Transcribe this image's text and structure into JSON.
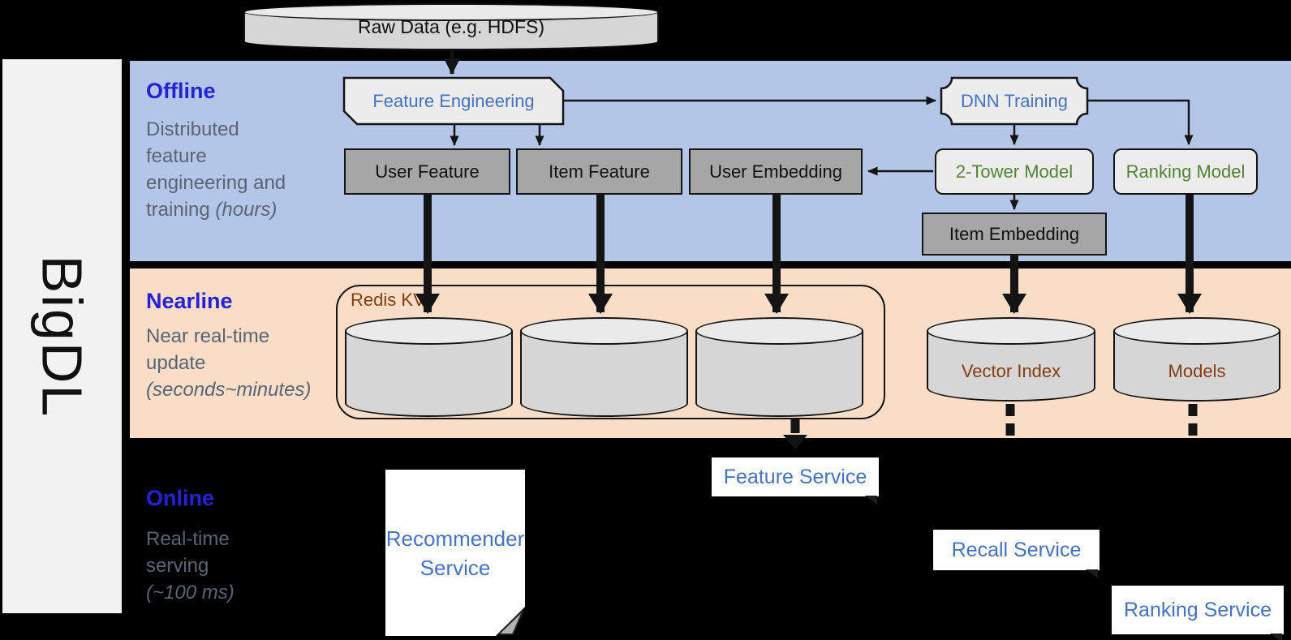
{
  "brand": {
    "label": "BigDL"
  },
  "raw_data": {
    "label": "Raw Data (e.g. HDFS)"
  },
  "sections": {
    "offline": {
      "label": "Offline",
      "desc_lines": [
        "Distributed",
        "feature",
        "engineering and"
      ],
      "desc_tail": "training",
      "desc_italic": "(hours)"
    },
    "nearline": {
      "label": "Nearline",
      "desc_lines": [
        "Near real-time",
        "update"
      ],
      "desc_italic": "(seconds~minutes)"
    },
    "online": {
      "label": "Online",
      "desc_lines": [
        "Real-time",
        "serving"
      ],
      "desc_italic": "(~100 ms)"
    }
  },
  "offline_nodes": {
    "feature_engineering": "Feature Engineering",
    "dnn_training": "DNN Training",
    "user_feature": "User Feature",
    "item_feature": "Item Feature",
    "user_embedding": "User Embedding",
    "two_tower_model": "2-Tower Model",
    "ranking_model": "Ranking Model",
    "item_embedding": "Item Embedding"
  },
  "nearline_nodes": {
    "redis_kv": "Redis KV",
    "vector_index": "Vector Index",
    "models": "Models"
  },
  "online_nodes": {
    "recommender_service": "Recommender Service",
    "feature_service": "Feature Service",
    "recall_service": "Recall Service",
    "ranking_service": "Ranking Service"
  },
  "colors": {
    "background": "#000000",
    "band_offline": "#b3c6e7",
    "band_nearline": "#f9ddc7",
    "sidebar_bg": "#f2f2f2",
    "header_blue": "#2222d8",
    "desc_gray": "#5a6474",
    "node_blue": "#4472c4",
    "node_green": "#548235",
    "node_brown": "#843c0c",
    "box_gray": "#a6a6a6",
    "shape_light": "#ececec",
    "cylinder_body": "#d6d6d6",
    "cylinder_top": "#eaeaea"
  }
}
